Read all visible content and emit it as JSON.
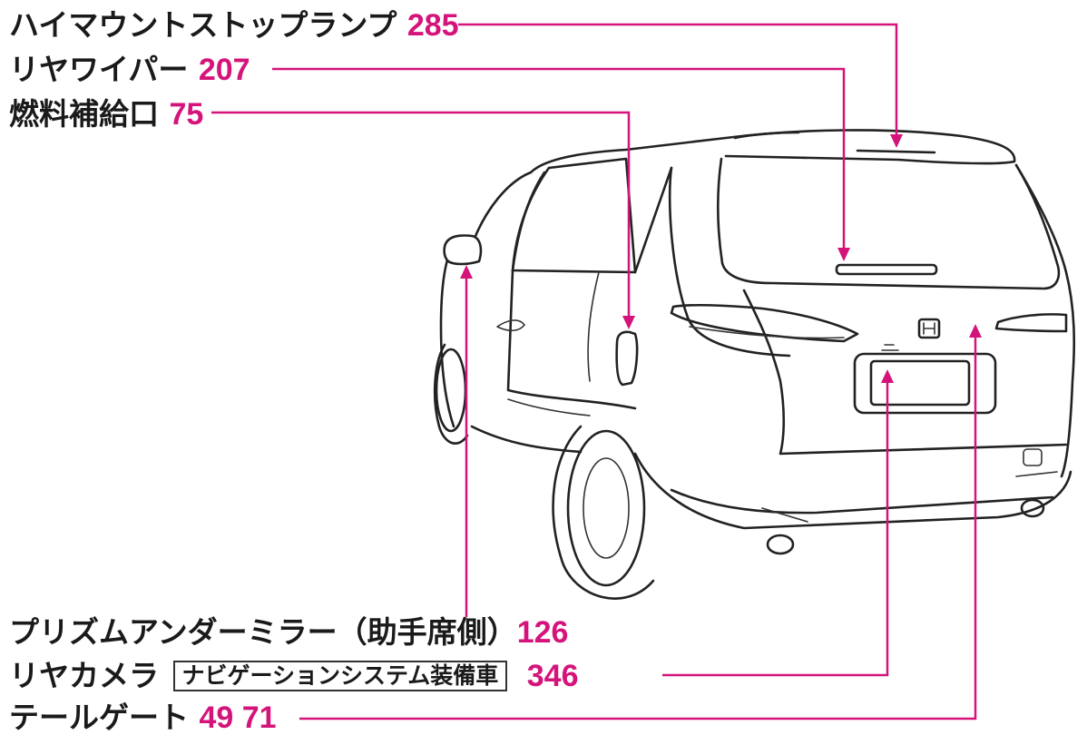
{
  "colors": {
    "accent": "#d4147a",
    "line": "#222222",
    "background": "#ffffff"
  },
  "labels": [
    {
      "id": "high-mount-stop-lamp",
      "text": "ハイマウントストップランプ",
      "page": "285"
    },
    {
      "id": "rear-wiper",
      "text": "リヤワイパー",
      "page": "207"
    },
    {
      "id": "fuel-filler",
      "text": "燃料補給口",
      "page": "75"
    },
    {
      "id": "prism-mirror",
      "text": "プリズムアンダーミラー（助手席側）",
      "page": "126"
    },
    {
      "id": "rear-camera",
      "text": "リヤカメラ",
      "note": "ナビゲーションシステム装備車",
      "page": "346"
    },
    {
      "id": "tailgate",
      "text": "テールゲート",
      "page": "49 71"
    }
  ],
  "illustration": {
    "subject": "minivan-rear-three-quarter-view",
    "emblem": "H"
  }
}
